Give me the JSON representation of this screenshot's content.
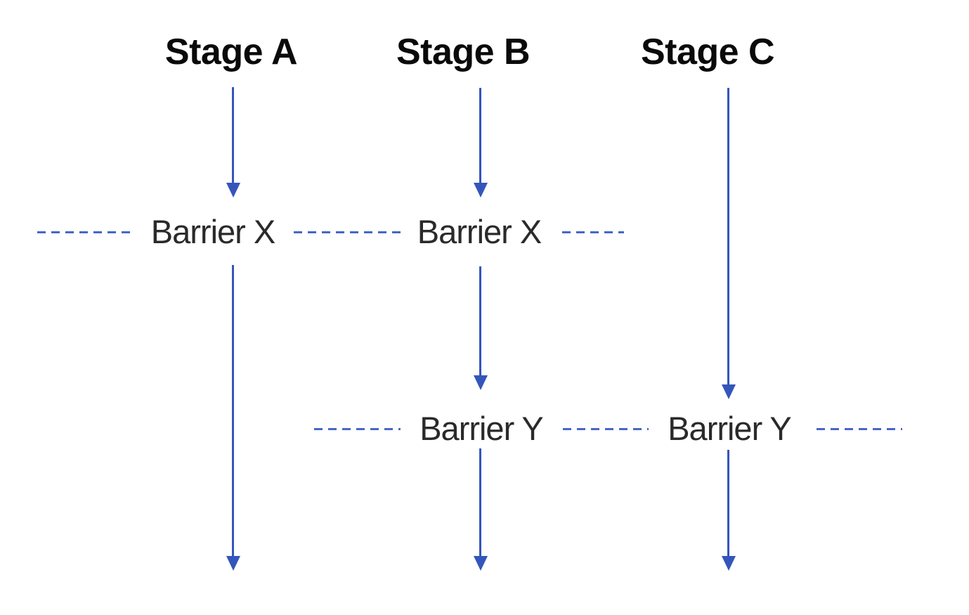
{
  "diagram": {
    "stages": [
      {
        "label": "Stage A"
      },
      {
        "label": "Stage B"
      },
      {
        "label": "Stage C"
      }
    ],
    "barrier_x": {
      "labels": [
        "Barrier X",
        "Barrier X"
      ]
    },
    "barrier_y": {
      "labels": [
        "Barrier Y",
        "Barrier Y"
      ]
    },
    "colors": {
      "arrow": "#3456bb",
      "dash": "#4667c8",
      "stage_text": "#0a0a0a",
      "barrier_text": "#2a2a2a",
      "background": "#ffffff"
    }
  }
}
